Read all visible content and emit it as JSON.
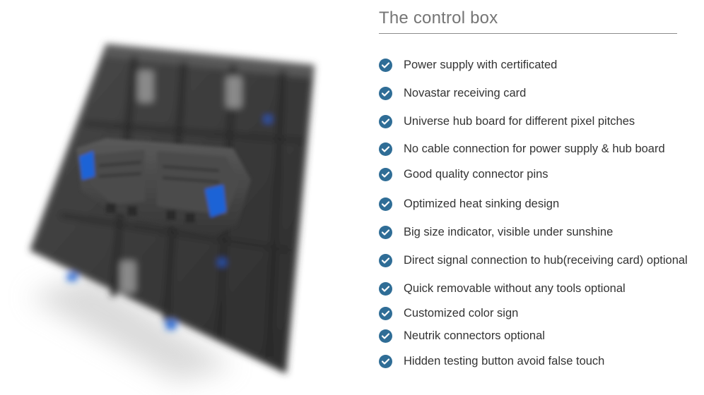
{
  "title": "The control box",
  "features": [
    "Power supply with certificated",
    "Novastar receiving card",
    "Universe hub board for different pixel pitches",
    "No cable connection for power supply & hub board",
    "Good quality connector pins",
    "Optimized heat sinking design",
    "Big size indicator, visible under sunshine",
    "Direct signal connection to hub(receiving card) optional",
    "Quick removable without any tools optional",
    "Customized color sign",
    "Neutrik connectors optional",
    "Hidden testing button avoid false touch"
  ],
  "colors": {
    "check": "#2f6d96",
    "accent_blue": "#1e63d6"
  },
  "icons": {
    "bullet": "check-circle-icon"
  }
}
